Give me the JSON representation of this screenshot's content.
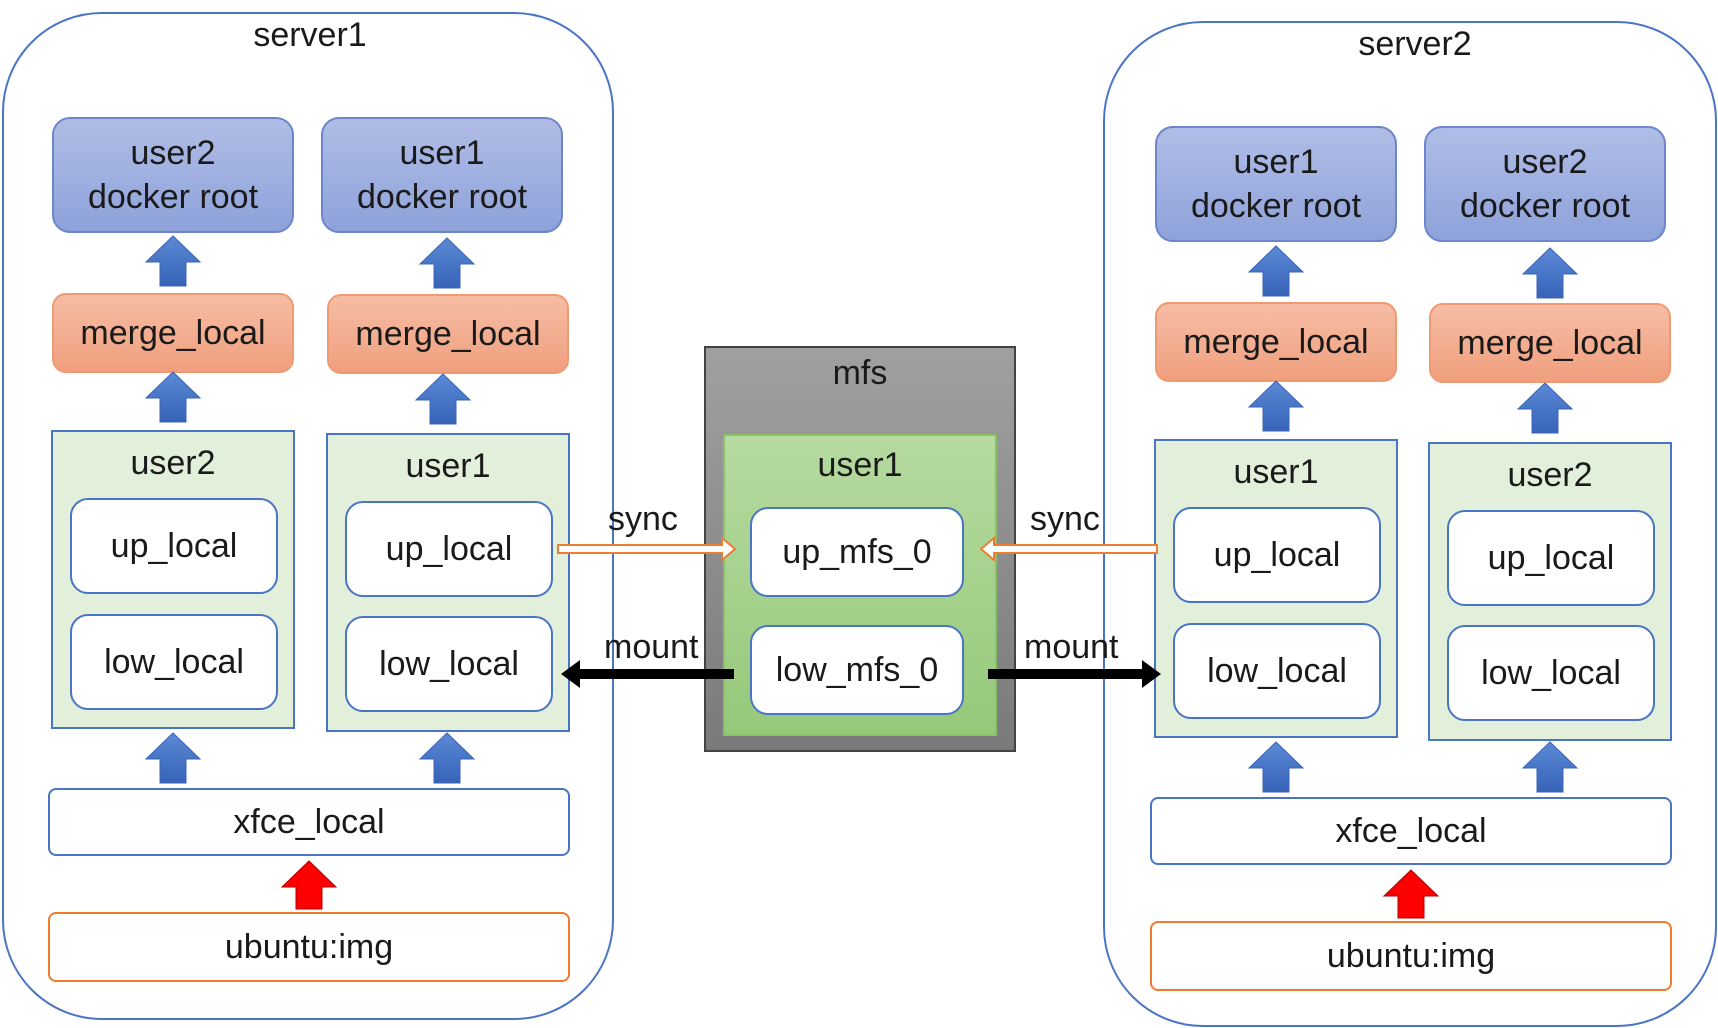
{
  "server1": {
    "title": "server1",
    "col_a": {
      "docker": "user2\ndocker root",
      "merge": "merge_local",
      "user": "user2",
      "up": "up_local",
      "low": "low_local"
    },
    "col_b": {
      "docker": "user1\ndocker root",
      "merge": "merge_local",
      "user": "user1",
      "up": "up_local",
      "low": "low_local"
    },
    "xfce": "xfce_local",
    "ubuntu": "ubuntu:img"
  },
  "server2": {
    "title": "server2",
    "col_a": {
      "docker": "user1\ndocker root",
      "merge": "merge_local",
      "user": "user1",
      "up": "up_local",
      "low": "low_local"
    },
    "col_b": {
      "docker": "user2\ndocker root",
      "merge": "merge_local",
      "user": "user2",
      "up": "up_local",
      "low": "low_local"
    },
    "xfce": "xfce_local",
    "ubuntu": "ubuntu:img"
  },
  "mfs": {
    "title": "mfs",
    "user": "user1",
    "up": "up_mfs_0",
    "low": "low_mfs_0"
  },
  "connections": {
    "sync_left": "sync",
    "sync_right": "sync",
    "mount_left": "mount",
    "mount_right": "mount"
  },
  "colors": {
    "up_arrow": "#4472c4",
    "base_arrow": "#ff0000",
    "sync_arrow": "#ed7d31",
    "mount_arrow": "#000000"
  }
}
